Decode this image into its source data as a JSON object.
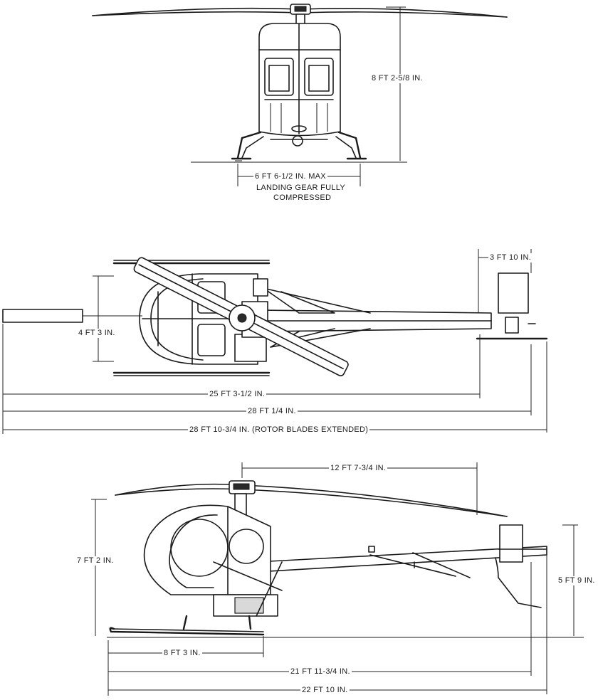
{
  "front_view": {
    "height_label": "8 FT 2-5/8 IN.",
    "gear_width_label_lines": [
      "6 FT 6-1/2 IN. MAX",
      "LANDING GEAR FULLY",
      "COMPRESSED"
    ]
  },
  "top_view": {
    "tail_rotor_width_label": "3 FT 10 IN.",
    "cabin_width_label": "4 FT 3 IN.",
    "fuselage_length_label": "25 FT 3-1/2 IN.",
    "overall_length_label": "28 FT 1/4 IN.",
    "overall_extended_label": "28 FT 10-3/4 IN. (ROTOR BLADES EXTENDED)"
  },
  "side_view": {
    "rotor_to_tail_label": "12 FT 7-3/4 IN.",
    "height_label": "7 FT 2 IN.",
    "tail_height_label": "5 FT 9 IN.",
    "skid_length_label": "8 FT 3 IN.",
    "length_label": "21 FT 11-3/4 IN.",
    "overall_length_label": "22 FT 10 IN."
  }
}
